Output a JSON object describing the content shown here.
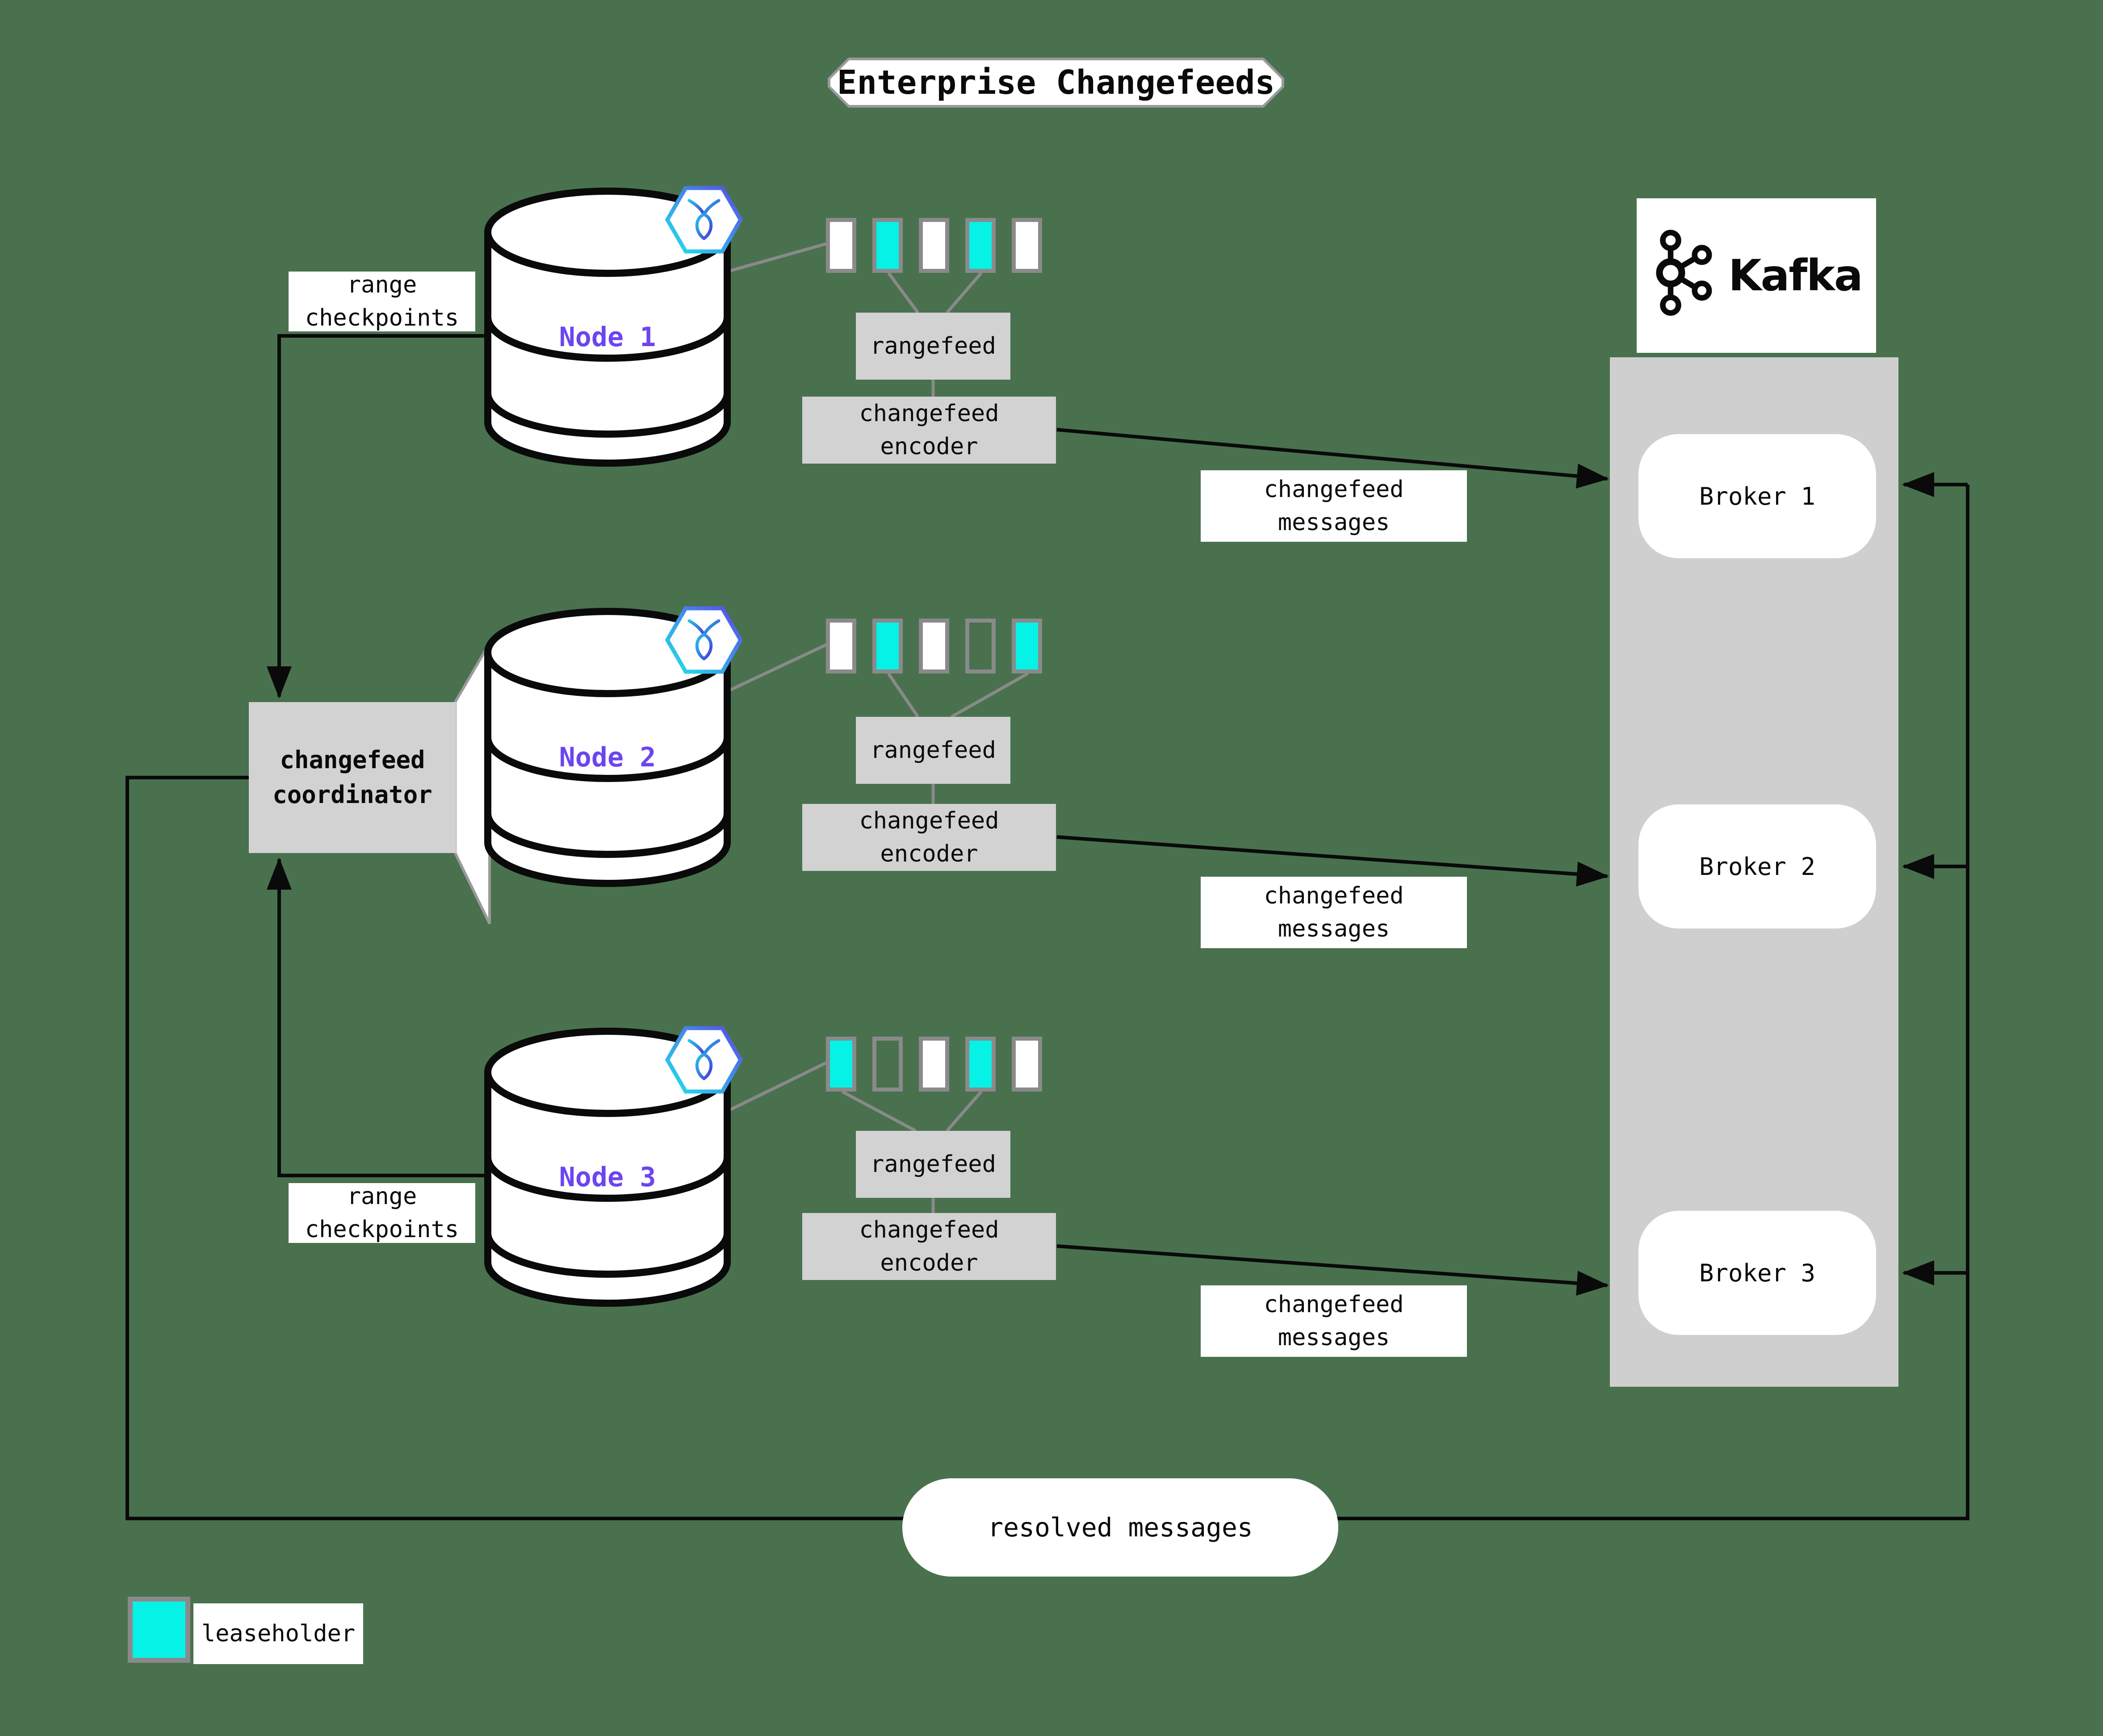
{
  "title": "Enterprise Changefeeds",
  "legend": {
    "swatch": "leaseholder-color",
    "label": "leaseholder"
  },
  "coordinator": {
    "line1": "changefeed",
    "line2": "coordinator"
  },
  "range_checkpoints": {
    "line1": "range",
    "line2": "checkpoints"
  },
  "resolved_label": "resolved messages",
  "kafka": {
    "brand": "Kafka",
    "logo_icon": "kafka-logo",
    "brokers": [
      "Broker 1",
      "Broker 2",
      "Broker 3"
    ]
  },
  "nodes": [
    {
      "label": "Node 1",
      "badge_icon": "cockroachdb-logo",
      "squares": [
        "white",
        "leaseholder",
        "white",
        "leaseholder",
        "white"
      ],
      "rangefeed_label": "rangefeed",
      "encoder_line1": "changefeed",
      "encoder_line2": "encoder",
      "messages_line1": "changefeed",
      "messages_line2": "messages"
    },
    {
      "label": "Node 2",
      "badge_icon": "cockroachdb-logo",
      "squares": [
        "white",
        "leaseholder",
        "white",
        "empty",
        "leaseholder"
      ],
      "rangefeed_label": "rangefeed",
      "encoder_line1": "changefeed",
      "encoder_line2": "encoder",
      "messages_line1": "changefeed",
      "messages_line2": "messages"
    },
    {
      "label": "Node 3",
      "badge_icon": "cockroachdb-logo",
      "squares": [
        "leaseholder",
        "empty",
        "white",
        "leaseholder",
        "white"
      ],
      "rangefeed_label": "rangefeed",
      "encoder_line1": "changefeed",
      "encoder_line2": "encoder",
      "messages_line1": "changefeed",
      "messages_line2": "messages"
    }
  ],
  "colors": {
    "background_green": "#49714e",
    "leaseholder_cyan": "#06f2e6",
    "node_purple": "#6c45f0",
    "box_gray": "#d2d2d2",
    "container_gray": "#cfcfcf",
    "border_gray": "#8a8a8a",
    "line_black": "#0a0a0a"
  }
}
